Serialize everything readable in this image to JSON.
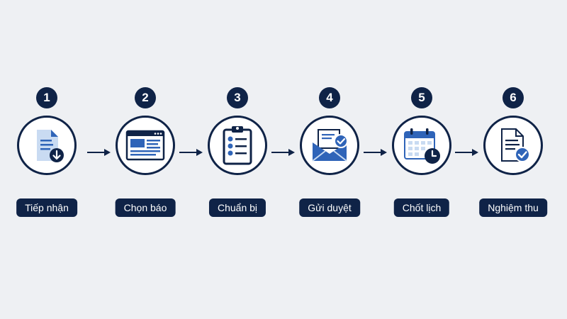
{
  "steps": [
    {
      "number": "1",
      "label": "Tiếp nhận",
      "icon": "document-download-icon"
    },
    {
      "number": "2",
      "label": "Chọn báo",
      "icon": "browser-window-icon"
    },
    {
      "number": "3",
      "label": "Chuẩn bị",
      "icon": "clipboard-checklist-icon"
    },
    {
      "number": "4",
      "label": "Gửi duyệt",
      "icon": "envelope-check-icon"
    },
    {
      "number": "5",
      "label": "Chốt lịch",
      "icon": "calendar-clock-icon"
    },
    {
      "number": "6",
      "label": "Nghiệm thu",
      "icon": "document-check-icon"
    }
  ],
  "colors": {
    "navy": "#0f2347",
    "accent_blue": "#2f64b8",
    "light_blue": "#c9dbf2",
    "background": "#eef0f3"
  }
}
